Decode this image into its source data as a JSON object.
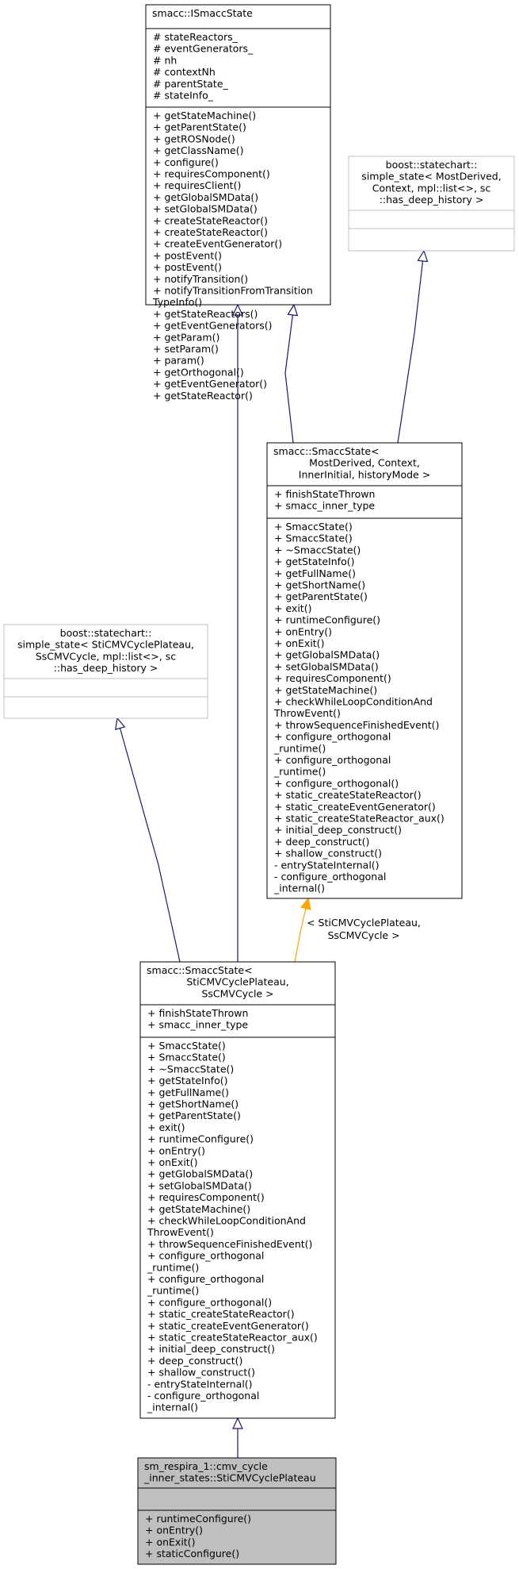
{
  "colors": {
    "box_border": "#000000",
    "external_border": "#bfbfbf",
    "highlight_fill": "#bfbfbf",
    "inherit_edge": "#191970",
    "template_edge": "#ffa500"
  },
  "nodes": {
    "istate": {
      "title": [
        "smacc::ISmaccState"
      ],
      "attributes": [
        "# stateReactors_",
        "# eventGenerators_",
        "# nh",
        "# contextNh",
        "# parentState_",
        "# stateInfo_"
      ],
      "methods": [
        "+ getStateMachine()",
        "+ getParentState()",
        "+ getROSNode()",
        "+ getClassName()",
        "+ configure()",
        "+ requiresComponent()",
        "+ requiresClient()",
        "+ getGlobalSMData()",
        "+ setGlobalSMData()",
        "+ createStateReactor()",
        "+ createStateReactor()",
        "+ createEventGenerator()",
        "+ postEvent()",
        "+ postEvent()",
        "+ notifyTransition()",
        "+ notifyTransitionFromTransition",
        "TypeInfo()",
        "+ getStateReactors()",
        "+ getEventGenerators()",
        "+ getParam()",
        "+ setParam()",
        "+ param()",
        "+ getOrthogonal()",
        "+ getEventGenerator()",
        "+ getStateReactor()"
      ]
    },
    "simple_state_top": {
      "title": [
        "boost::statechart::",
        "simple_state< MostDerived,",
        "Context, mpl::list<>, sc",
        "::has_deep_history >"
      ],
      "attributes": [],
      "methods": []
    },
    "smacc_state_template": {
      "title": [
        "smacc::SmaccState<",
        "MostDerived, Context,",
        "InnerInitial, historyMode >"
      ],
      "attributes": [
        "+ finishStateThrown",
        "+ smacc_inner_type"
      ],
      "methods": [
        "+ SmaccState()",
        "+ SmaccState()",
        "+ ~SmaccState()",
        "+ getStateInfo()",
        "+ getFullName()",
        "+ getShortName()",
        "+ getParentState()",
        "+ exit()",
        "+ runtimeConfigure()",
        "+ onEntry()",
        "+ onExit()",
        "+ getGlobalSMData()",
        "+ setGlobalSMData()",
        "+ requiresComponent()",
        "+ getStateMachine()",
        "+ checkWhileLoopConditionAnd",
        "ThrowEvent()",
        "+ throwSequenceFinishedEvent()",
        "+ configure_orthogonal",
        "_runtime()",
        "+ configure_orthogonal",
        "_runtime()",
        "+ configure_orthogonal()",
        "+ static_createStateReactor()",
        "+ static_createEventGenerator()",
        "+ static_createStateReactor_aux()",
        "+ initial_deep_construct()",
        "+ deep_construct()",
        "+ shallow_construct()",
        "- entryStateInternal()",
        "- configure_orthogonal",
        "_internal()"
      ]
    },
    "simple_state_left": {
      "title": [
        "boost::statechart::",
        "simple_state< StiCMVCyclePlateau,",
        "SsCMVCycle, mpl::list<>, sc",
        "::has_deep_history >"
      ],
      "attributes": [],
      "methods": []
    },
    "smacc_state_instance": {
      "title": [
        "smacc::SmaccState<",
        "StiCMVCyclePlateau,",
        "SsCMVCycle >"
      ],
      "attributes": [
        "+ finishStateThrown",
        "+ smacc_inner_type"
      ],
      "methods": [
        "+ SmaccState()",
        "+ SmaccState()",
        "+ ~SmaccState()",
        "+ getStateInfo()",
        "+ getFullName()",
        "+ getShortName()",
        "+ getParentState()",
        "+ exit()",
        "+ runtimeConfigure()",
        "+ onEntry()",
        "+ onExit()",
        "+ getGlobalSMData()",
        "+ setGlobalSMData()",
        "+ requiresComponent()",
        "+ getStateMachine()",
        "+ checkWhileLoopConditionAnd",
        "ThrowEvent()",
        "+ throwSequenceFinishedEvent()",
        "+ configure_orthogonal",
        "_runtime()",
        "+ configure_orthogonal",
        "_runtime()",
        "+ configure_orthogonal()",
        "+ static_createStateReactor()",
        "+ static_createEventGenerator()",
        "+ static_createStateReactor_aux()",
        "+ initial_deep_construct()",
        "+ deep_construct()",
        "+ shallow_construct()",
        "- entryStateInternal()",
        "- configure_orthogonal",
        "_internal()"
      ]
    },
    "plateau": {
      "title": [
        "sm_respira_1::cmv_cycle",
        "_inner_states::StiCMVCyclePlateau"
      ],
      "attributes": [],
      "methods": [
        "+ runtimeConfigure()",
        "+ onEntry()",
        "+ onExit()",
        "+ staticConfigure()"
      ]
    }
  },
  "edge_label": [
    "< StiCMVCyclePlateau,",
    "SsCMVCycle >"
  ]
}
